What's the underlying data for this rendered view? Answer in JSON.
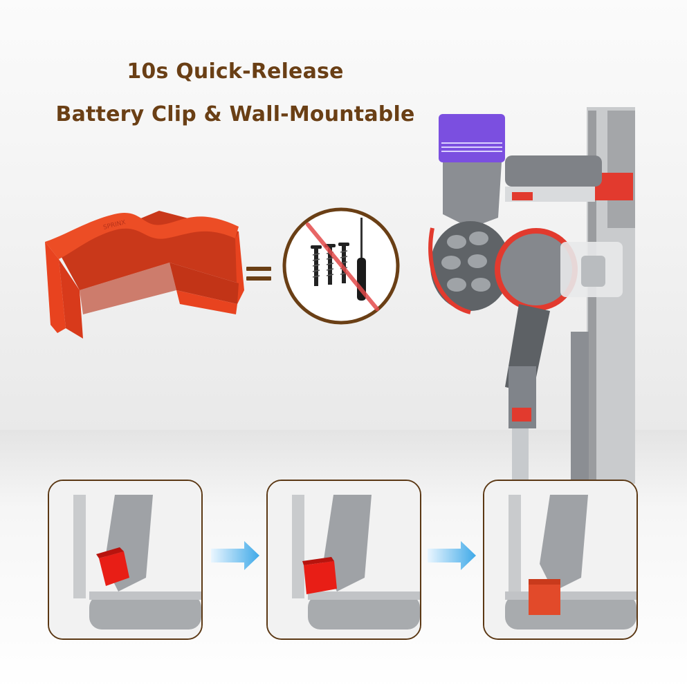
{
  "headline": {
    "line1": "10s Quick-Release",
    "line2": "Battery Clip & Wall-Mountable"
  },
  "clip": {
    "brand_mark": "SPRINX",
    "color": "#e8431f"
  },
  "equals_icon": "equals-sign",
  "no_tools_icon": "prohibited-screws-screwdriver",
  "vacuum": {
    "body_color": "#8b8e93",
    "bin_color": "#7b4fe0",
    "accent_color": "#e23a2e"
  },
  "steps": [
    {
      "clip_position": "tilted",
      "icon": "clip-insert-step"
    },
    {
      "clip_position": "angled",
      "icon": "clip-rotate-step"
    },
    {
      "clip_position": "locked",
      "icon": "clip-locked-step"
    }
  ],
  "step_arrow_icon": "right-arrow",
  "colors": {
    "headline": "#6a3f15",
    "frame_border": "#5b3814",
    "arrow": "#3fa9e8",
    "prohibit": "#d32f2f"
  }
}
